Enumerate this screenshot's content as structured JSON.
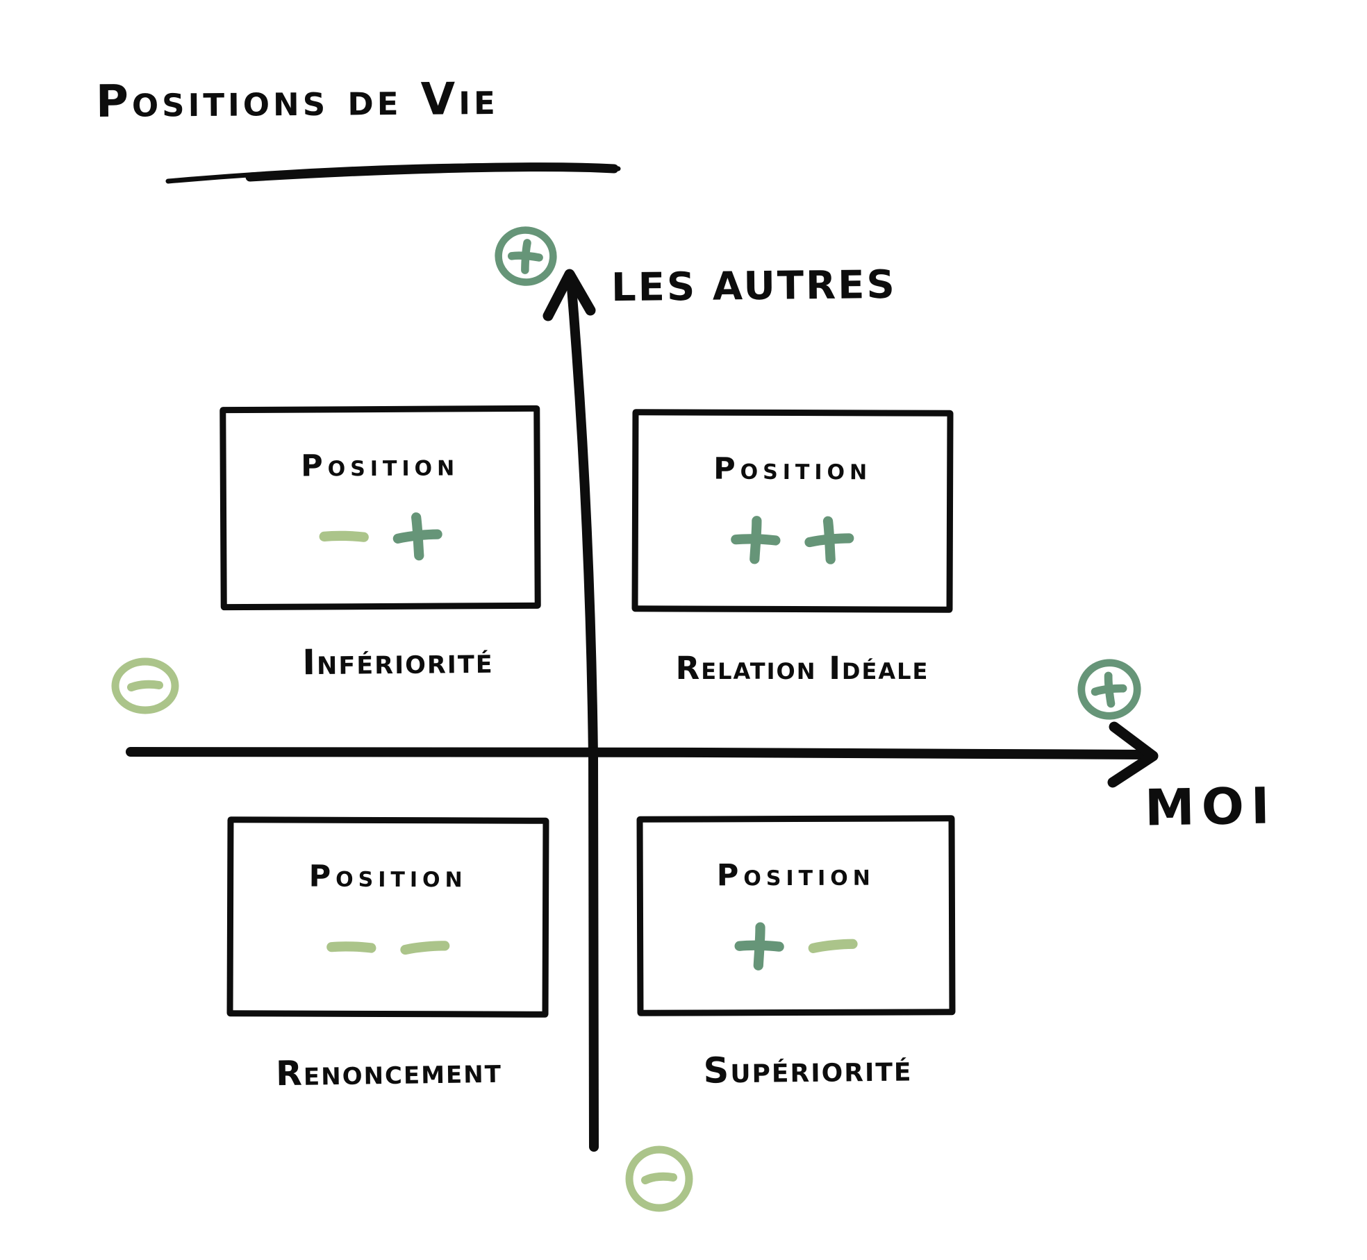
{
  "title": "Positions de Vie",
  "axes": {
    "vertical": {
      "label": "LES AUTRES",
      "positive_marker": "circled-plus",
      "negative_marker": "circled-minus"
    },
    "horizontal": {
      "label": "MOI",
      "positive_marker": "circled-plus",
      "negative_marker": "circled-minus"
    }
  },
  "quadrants": [
    {
      "id": "top-left",
      "heading": "Position",
      "signs": [
        "minus",
        "plus"
      ],
      "label": "Infériorité"
    },
    {
      "id": "top-right",
      "heading": "Position",
      "signs": [
        "plus",
        "plus"
      ],
      "label": "Relation Idéale"
    },
    {
      "id": "bottom-left",
      "heading": "Position",
      "signs": [
        "minus",
        "minus"
      ],
      "label": "Renoncement"
    },
    {
      "id": "bottom-right",
      "heading": "Position",
      "signs": [
        "plus",
        "minus"
      ],
      "label": "Supériorité"
    }
  ],
  "colors": {
    "ink": "#0d0d0d",
    "positive_green": "#669578",
    "negative_green": "#abc48a",
    "background": "#ffffff"
  }
}
